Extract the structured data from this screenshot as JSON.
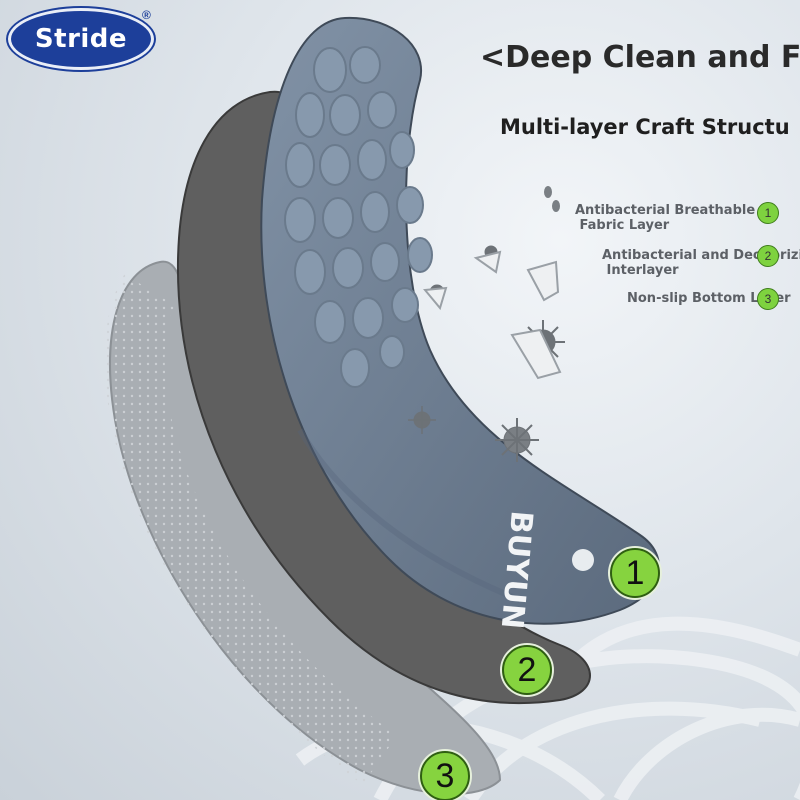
{
  "brand": {
    "name": "Stride",
    "registered_mark": "®"
  },
  "headline": "<Deep Clean and Fre",
  "subheadline": "Multi-layer Craft Structu",
  "layers": [
    {
      "label": "Antibacterial Breathable\n Fabric Layer",
      "number": "1"
    },
    {
      "label": "Antibacterial and Deodorizi\n Interlayer",
      "number": "2"
    },
    {
      "label": "Non-slip Bottom Layer",
      "number": "3"
    }
  ],
  "insole_print": {
    "brand": "BUYUN"
  },
  "colors": {
    "badge_green": "#86d33f",
    "brand_blue": "#1d3f9a",
    "top_layer": "#6f7f92",
    "mid_layer": "#5f5f5f",
    "bottom_layer": "#a8adb2"
  }
}
